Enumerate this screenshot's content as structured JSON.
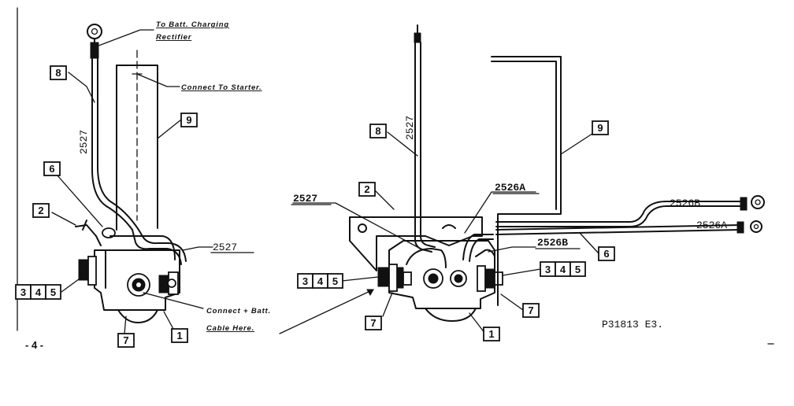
{
  "left_view": {
    "note_batt_line1": "To Batt. Charging",
    "note_batt_line2": "Rectifier",
    "note_starter": "Connect To Starter.",
    "note_cable_line1": "Connect + Batt.",
    "note_cable_line2": "Cable Here.",
    "wire_label_vertical": "2527",
    "wire_label_2527": "2527",
    "callout_8": "8",
    "callout_9": "9",
    "callout_6": "6",
    "callout_2": "2",
    "callout_3": "3",
    "callout_4": "4",
    "callout_5": "5",
    "callout_7": "7",
    "callout_1": "1"
  },
  "right_view": {
    "wire_label_vertical": "2527",
    "wire_label_2527": "2527",
    "wire_label_2526A_top": "2526A",
    "wire_label_2526B_top": "2526B",
    "wire_label_2526B": "2526B",
    "wire_label_2526A": "2526A",
    "callout_8": "8",
    "callout_9": "9",
    "callout_2": "2",
    "callout_6": "6",
    "callout_7_left": "7",
    "callout_7_right": "7",
    "callout_1": "1",
    "left_3": "3",
    "left_4": "4",
    "left_5": "5",
    "right_3": "3",
    "right_4": "4",
    "right_5": "5"
  },
  "page_number": "- 4 -",
  "drawing_number": "P31813 E3."
}
